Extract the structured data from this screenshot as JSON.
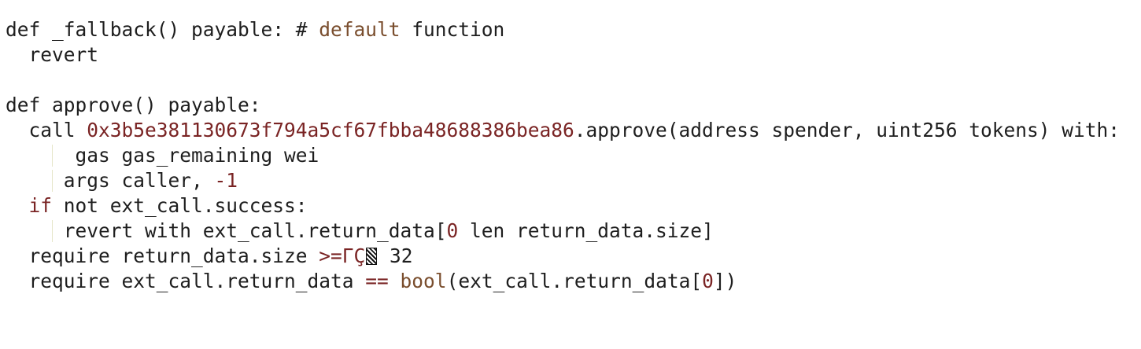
{
  "colors": {
    "text": "#1e1e1e",
    "comment": "#7a4e2e",
    "literal": "#7a2424",
    "keyword": "#7a2424"
  },
  "lines": [
    [
      {
        "t": "def _fallback() payable: # ",
        "c": "text"
      },
      {
        "t": "default",
        "c": "comment"
      },
      {
        "t": " function",
        "c": "text"
      }
    ],
    [
      {
        "t": "  revert",
        "c": "text"
      }
    ],
    [],
    [
      {
        "t": "def approve() payable:",
        "c": "text"
      }
    ],
    [
      {
        "t": "  call ",
        "c": "text"
      },
      {
        "t": "0x3b5e381130673f794a5cf67fbba48688386bea86",
        "c": "literal"
      },
      {
        "t": ".approve(address spender, uint256 tokens) with:",
        "c": "text"
      }
    ],
    [
      {
        "t": "    ",
        "c": "text"
      },
      {
        "guide": true
      },
      {
        "t": "  gas gas_remaining wei",
        "c": "text"
      }
    ],
    [
      {
        "t": "    ",
        "c": "text"
      },
      {
        "guide": true
      },
      {
        "t": " args caller, ",
        "c": "text"
      },
      {
        "t": "-1",
        "c": "literal"
      }
    ],
    [
      {
        "t": "  ",
        "c": "text"
      },
      {
        "t": "if",
        "c": "keyword"
      },
      {
        "t": " not ext_call.success:",
        "c": "text"
      }
    ],
    [
      {
        "t": "    ",
        "c": "text"
      },
      {
        "guide": true
      },
      {
        "t": " revert with ext_call.return_data[",
        "c": "text"
      },
      {
        "t": "0",
        "c": "literal"
      },
      {
        "t": " len return_data.size]",
        "c": "text"
      }
    ],
    [
      {
        "t": "  require return_data.size ",
        "c": "text"
      },
      {
        "t": ">=ΓÇ",
        "c": "literal"
      },
      {
        "garble": true
      },
      {
        "t": " 32",
        "c": "text"
      }
    ],
    [
      {
        "t": "  require ext_call.return_data ",
        "c": "text"
      },
      {
        "t": "==",
        "c": "literal"
      },
      {
        "t": " ",
        "c": "text"
      },
      {
        "t": "bool",
        "c": "comment"
      },
      {
        "t": "(ext_call.return_data[",
        "c": "text"
      },
      {
        "t": "0",
        "c": "literal"
      },
      {
        "t": "])",
        "c": "text"
      }
    ]
  ]
}
